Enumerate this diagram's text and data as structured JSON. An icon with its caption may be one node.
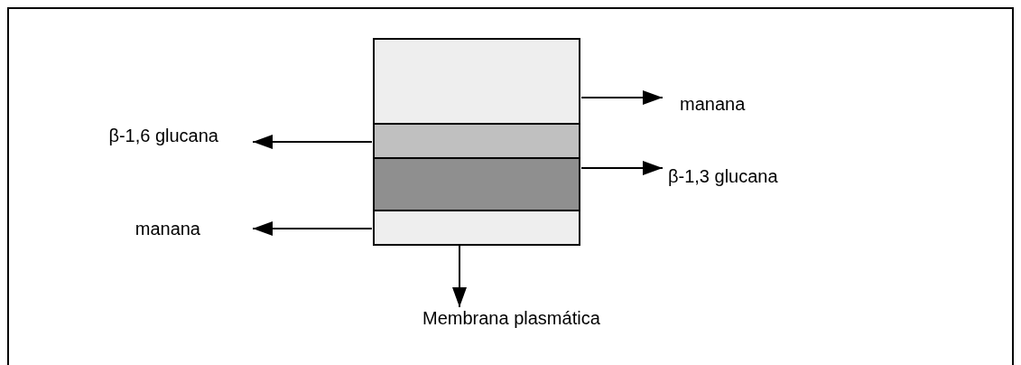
{
  "diagram": {
    "nodes": [
      {
        "text": [],
        "shape": "box"
      },
      {
        "text": [],
        "shape": "box"
      },
      {
        "text": [],
        "shape": "box"
      },
      {
        "text": [],
        "shape": "box"
      },
      {
        "text": [
          "manana"
        ]
      },
      {
        "text": [
          "β-1,6 glucana"
        ]
      },
      {
        "text": [
          "β-1,3 glucana"
        ]
      },
      {
        "text": [
          "manana"
        ]
      },
      {
        "text": [
          "Membrana plasmática"
        ]
      }
    ],
    "edges": [
      {
        "from": 0,
        "to": 4,
        "arrow": "to"
      },
      {
        "from": 1,
        "to": 5,
        "arrow": "to"
      },
      {
        "from": 2,
        "to": 6,
        "arrow": "to"
      },
      {
        "from": 3,
        "to": 7,
        "arrow": "to"
      },
      {
        "from": 3,
        "to": 8,
        "arrow": "to"
      }
    ]
  }
}
